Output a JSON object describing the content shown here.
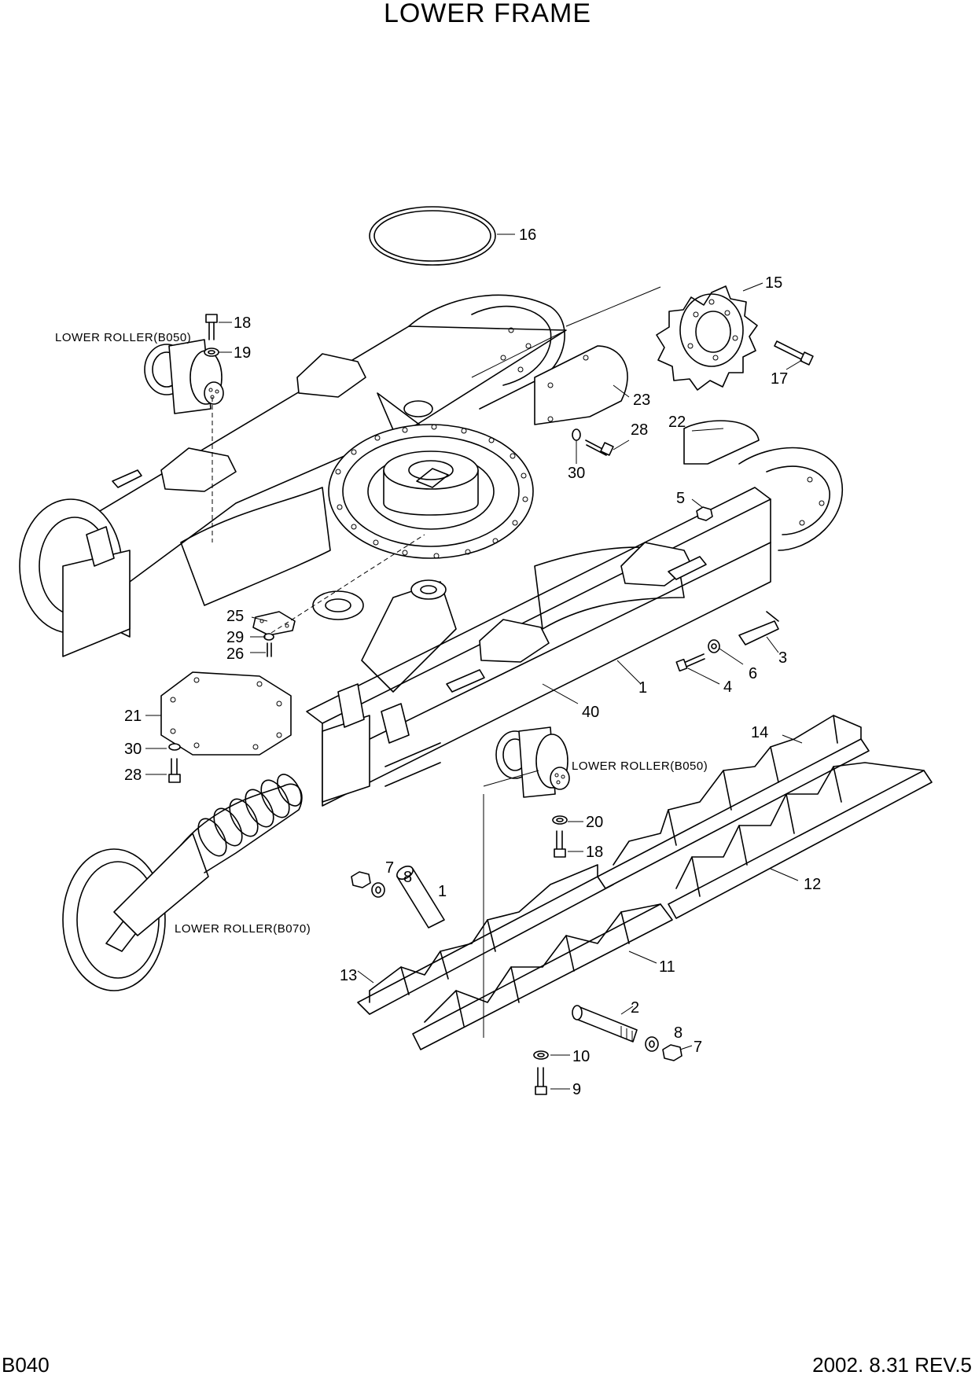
{
  "title": "LOWER FRAME",
  "footer": {
    "code": "B040",
    "date_rev": "2002. 8.31  REV.5"
  },
  "notes": [
    "LOWER ROLLER(B050)",
    "LOWER ROLLER(B050)",
    "LOWER ROLLER(B070)"
  ],
  "callouts": [
    "16",
    "15",
    "17",
    "18",
    "19",
    "23",
    "28",
    "30",
    "22",
    "5",
    "3",
    "6",
    "4",
    "1",
    "40",
    "25",
    "29",
    "26",
    "21",
    "30",
    "28",
    "14",
    "20",
    "18",
    "7",
    "8",
    "1",
    "12",
    "11",
    "13",
    "2",
    "8",
    "7",
    "10",
    "9"
  ]
}
